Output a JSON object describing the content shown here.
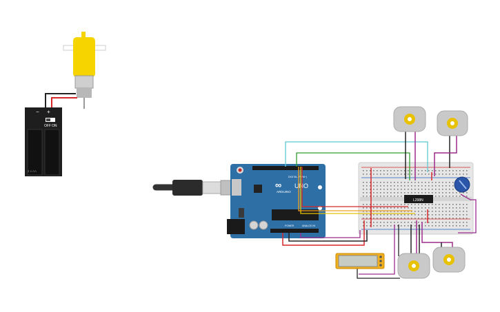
{
  "battery": {
    "minus": "−",
    "plus": "+",
    "switch_off": "OFF",
    "switch_on": "ON",
    "label": "2 x AA"
  },
  "arduino": {
    "brand_logo": "∞",
    "brand": "ARDUINO",
    "model": "UNO",
    "digital_label": "DIGITAL (PWM~)",
    "power_label": "POWER",
    "analog_label": "ANALOG IN"
  },
  "driver": {
    "chip_label": "L298N"
  },
  "colors": {
    "arduino_blue": "#2e6fa6",
    "breadboard": "#e6e6e6",
    "wire_red": "#d62728",
    "wire_black": "#222222",
    "wire_green": "#2ca02c",
    "wire_teal": "#5ec8d1",
    "wire_orange": "#f0a020",
    "wire_yellow": "#e6c200",
    "wire_purple": "#9c2a8c",
    "gear_motor_yellow": "#f5d400",
    "motor_pinion": "#e8c200",
    "lcd_frame": "#f0b020"
  }
}
